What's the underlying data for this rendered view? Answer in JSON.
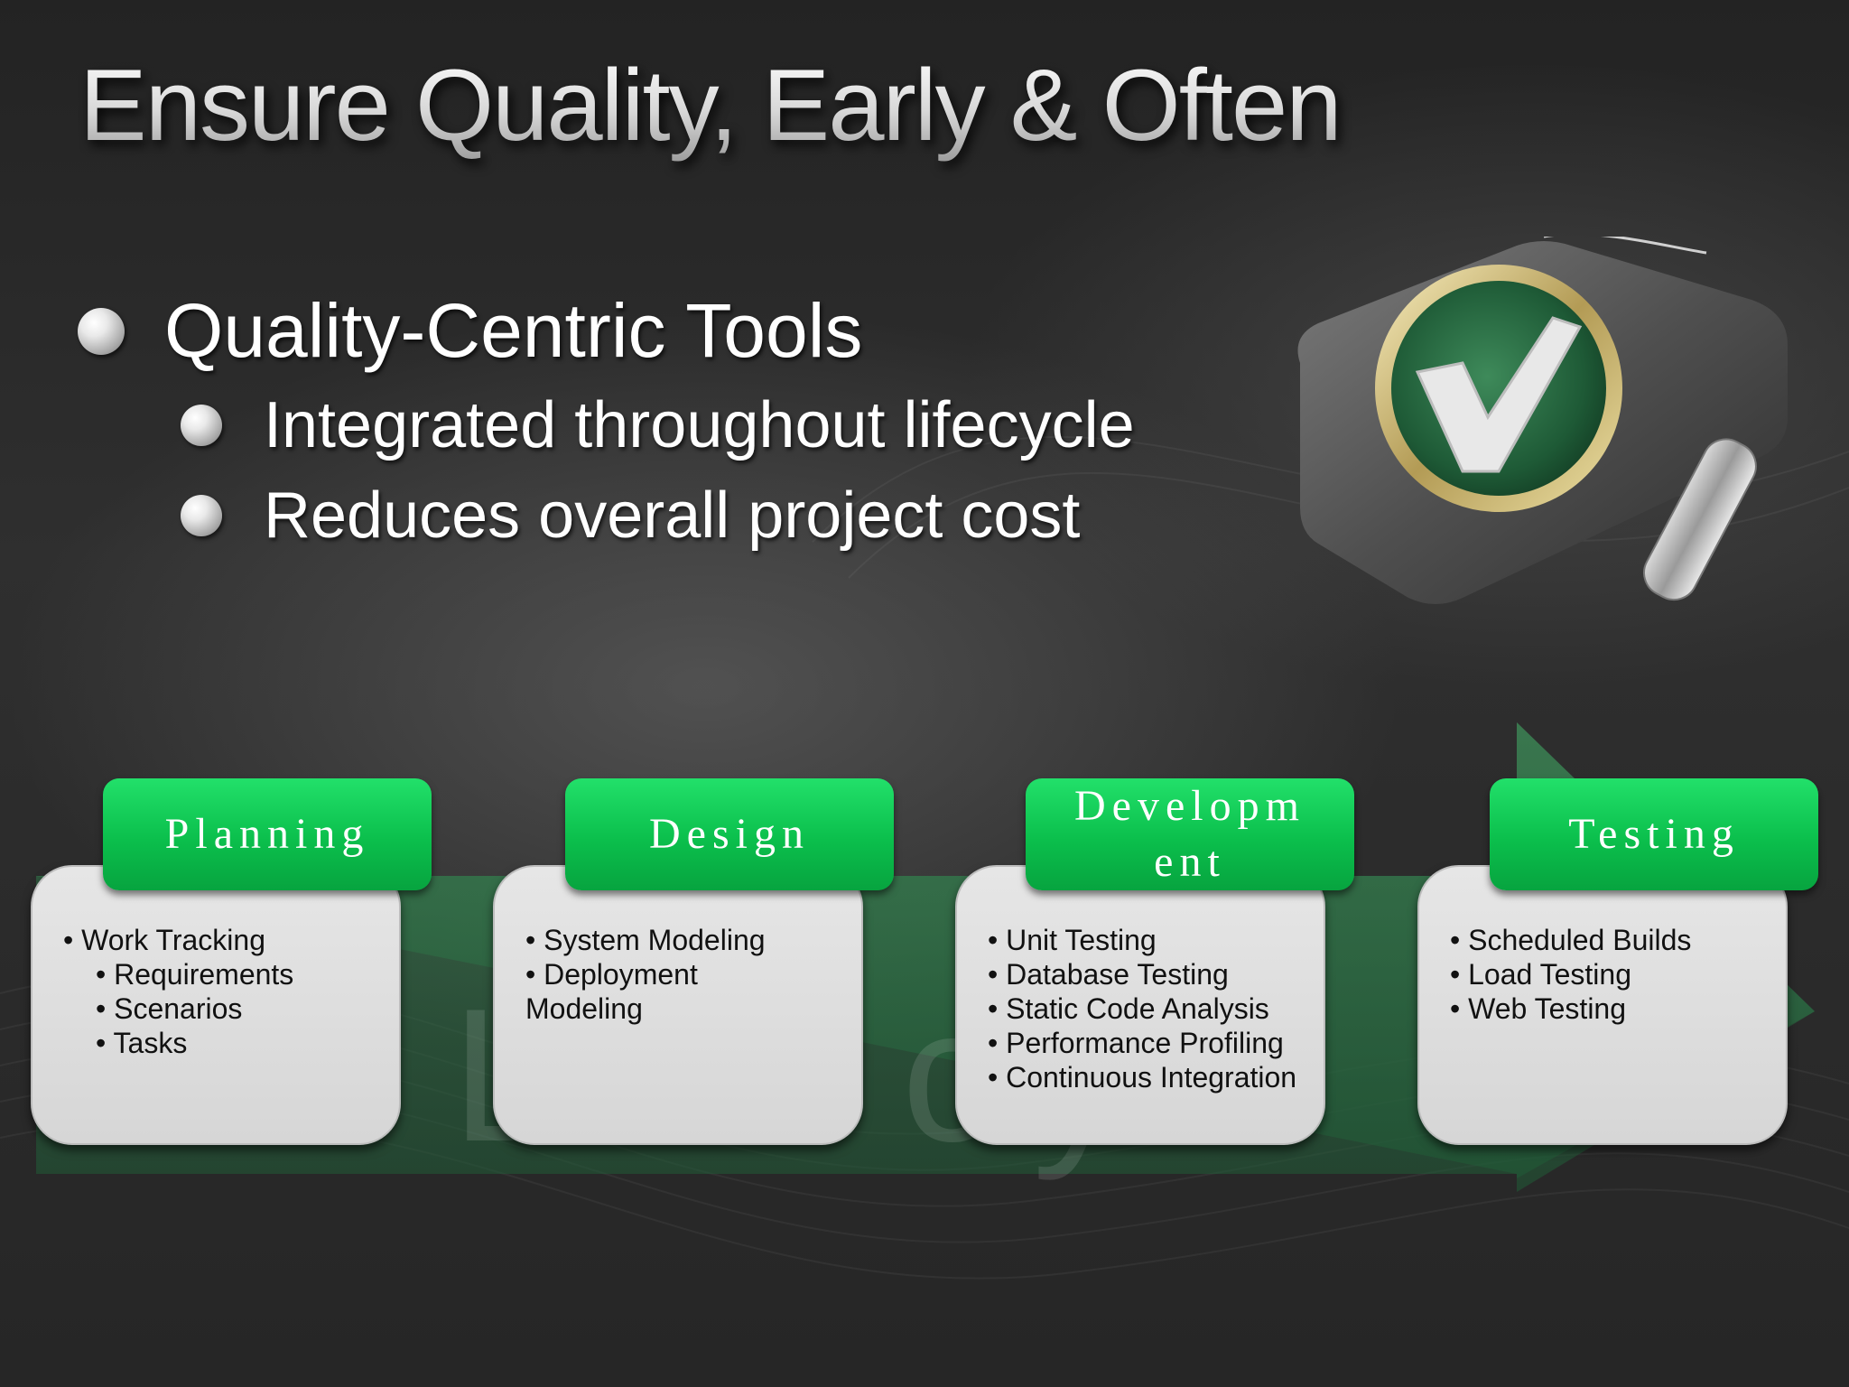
{
  "slide": {
    "title": "Ensure Quality, Early & Often",
    "bullets": [
      {
        "text": "Quality-Centric Tools",
        "level": 1
      },
      {
        "text": "Integrated throughout lifecycle",
        "level": 2
      },
      {
        "text": "Reduces overall project cost",
        "level": 2
      }
    ],
    "watermark": "Lifecy"
  },
  "phases": [
    {
      "label": "Planning",
      "items": [
        {
          "text": "• Work Tracking",
          "level": 1
        },
        {
          "text": "• Requirements",
          "level": 2
        },
        {
          "text": "• Scenarios",
          "level": 2
        },
        {
          "text": "• Tasks",
          "level": 2
        }
      ]
    },
    {
      "label": "Design",
      "items": [
        {
          "text": "• System Modeling",
          "level": 1
        },
        {
          "text": "• Deployment Modeling",
          "level": 1
        }
      ]
    },
    {
      "label": "Development",
      "items": [
        {
          "text": "• Unit Testing",
          "level": 1
        },
        {
          "text": "• Database Testing",
          "level": 1
        },
        {
          "text": "• Static Code Analysis",
          "level": 1
        },
        {
          "text": "• Performance Profiling",
          "level": 1
        },
        {
          "text": "• Continuous Integration",
          "level": 1
        }
      ]
    },
    {
      "label": "Testing",
      "items": [
        {
          "text": "• Scheduled Builds",
          "level": 1
        },
        {
          "text": "• Load Testing",
          "level": 1
        },
        {
          "text": "• Web Testing",
          "level": 1
        }
      ]
    }
  ],
  "colors": {
    "tab_green": "#0bbf4c",
    "arrow_green": "#2f7a4a",
    "card_bg": "#d8d8d8"
  },
  "icons": [
    "checkmark-magnifier-icon",
    "bullet-orb-icon"
  ]
}
